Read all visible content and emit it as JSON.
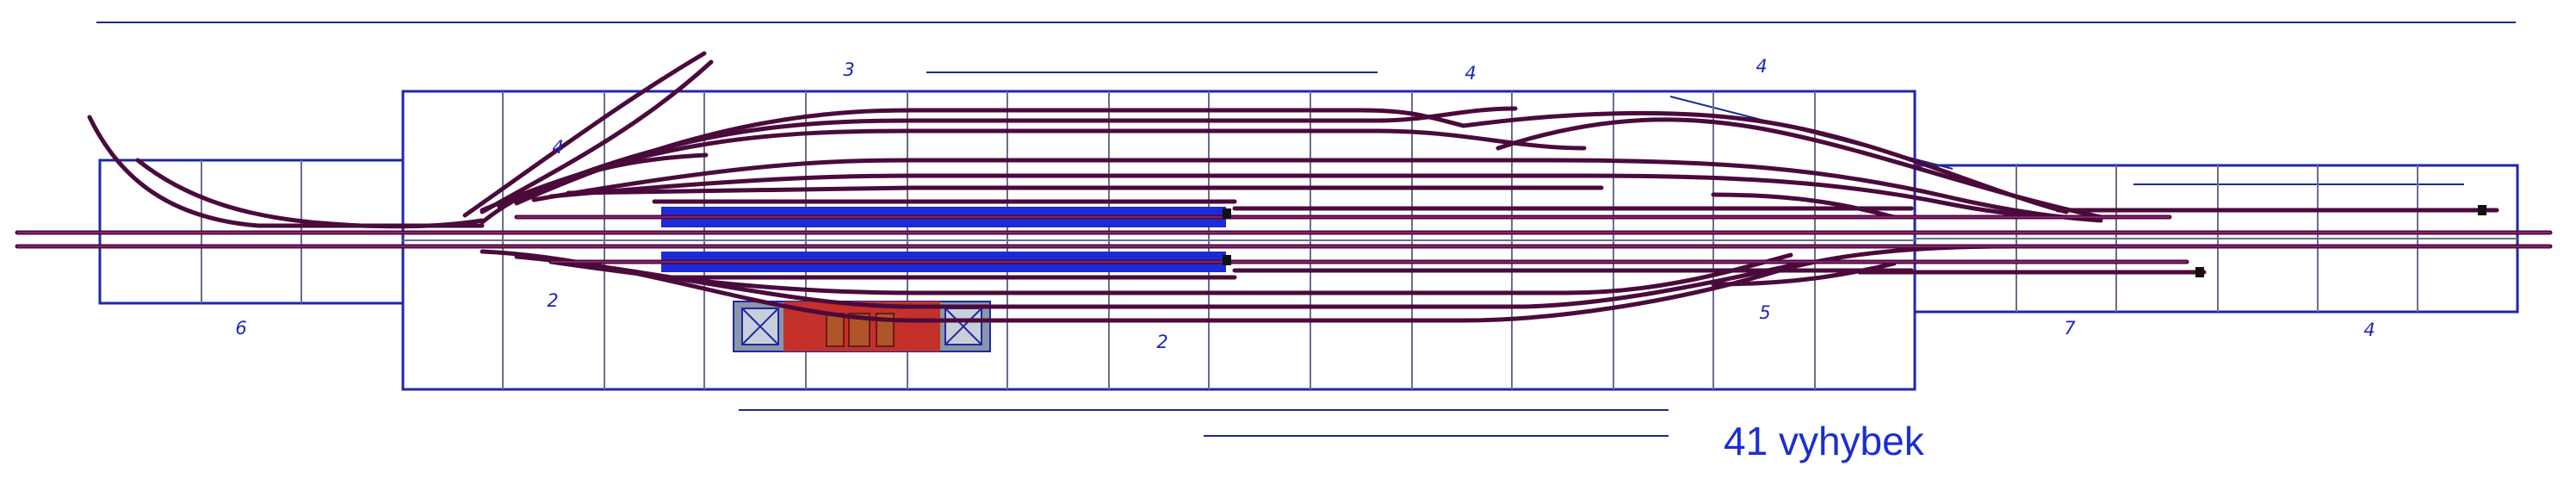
{
  "caption": "41 vyhybek",
  "segments": [
    {
      "id": "s6",
      "label": "6"
    },
    {
      "id": "s4a",
      "label": "4"
    },
    {
      "id": "s2a",
      "label": "2"
    },
    {
      "id": "s3",
      "label": "3"
    },
    {
      "id": "s2b",
      "label": "2"
    },
    {
      "id": "s4b",
      "label": "4"
    },
    {
      "id": "s4c",
      "label": "4"
    },
    {
      "id": "s5",
      "label": "5"
    },
    {
      "id": "s7",
      "label": "7"
    },
    {
      "id": "s4d",
      "label": "4"
    }
  ],
  "colors": {
    "frame": "#1f27a8",
    "grid": "#6c6c8c",
    "track": "#4b0a3c",
    "track_highlight": "#9a2a7a",
    "platform": "#1c2ad8",
    "building_roof": "#c4302a",
    "building_base": "#8b96a8",
    "dimension": "#1f2a8a"
  }
}
